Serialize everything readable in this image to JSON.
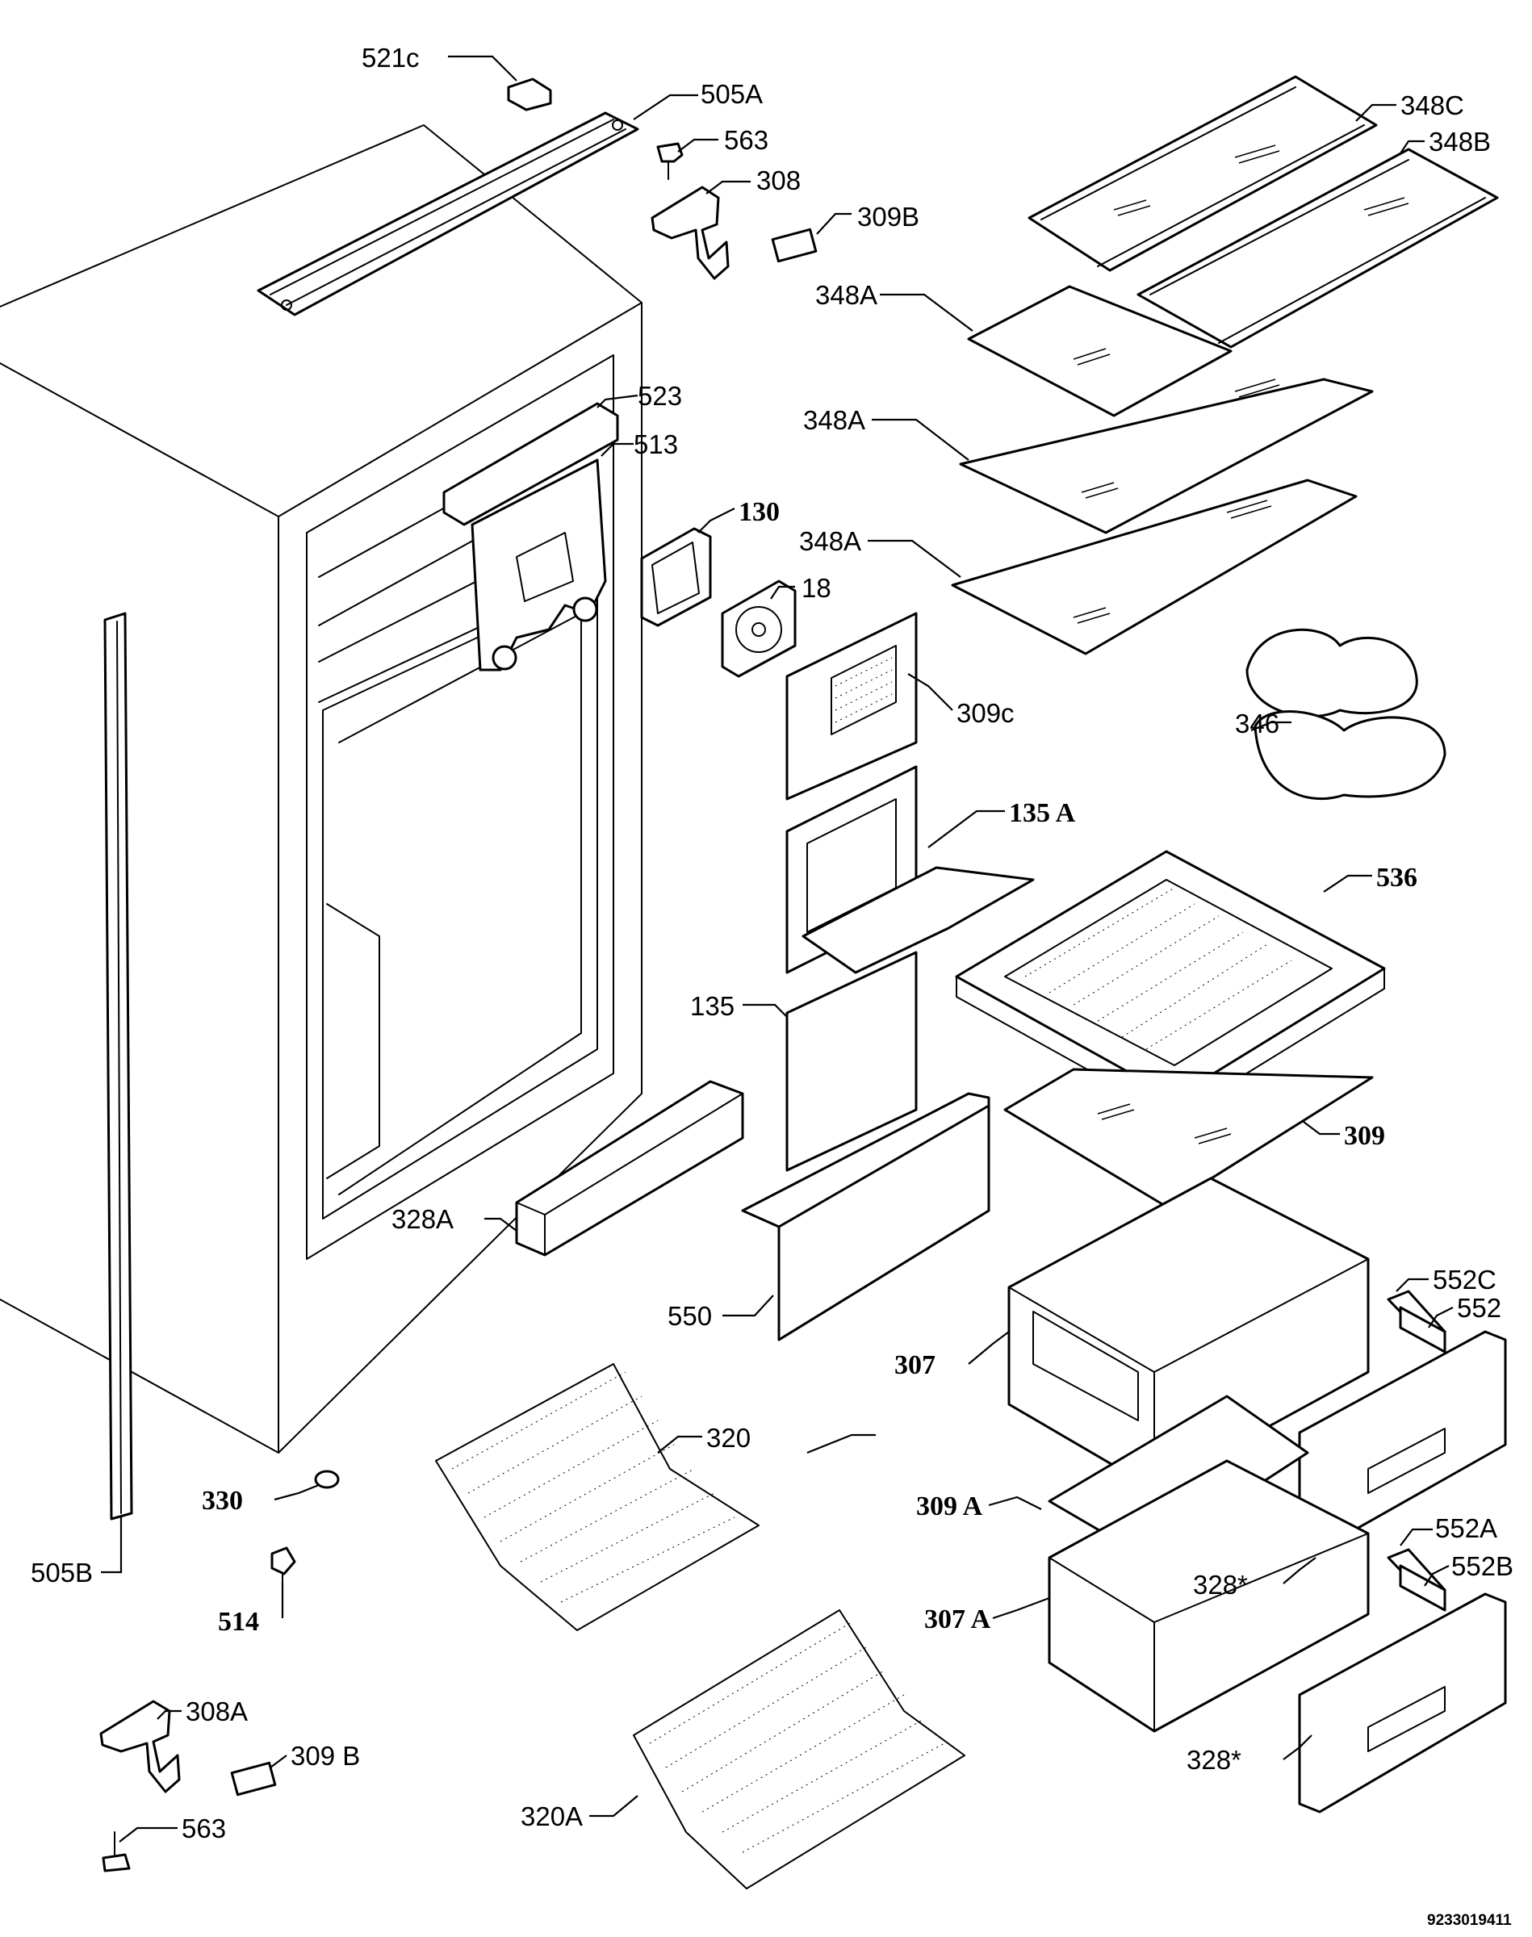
{
  "labels": {
    "l521c": "521c",
    "l505a": "505A",
    "l563top": "563",
    "l308": "308",
    "l309b_top": "309B",
    "l348c": "348C",
    "l348b": "348B",
    "l348a_1": "348A",
    "l348a_2": "348A",
    "l348a_3": "348A",
    "l523": "523",
    "l513": "513",
    "l130": "130",
    "l18": "18",
    "l309c": "309c",
    "l346": "346",
    "l135a": "135 A",
    "l536": "536",
    "l135": "135",
    "l309": "309",
    "l328a": "328A",
    "l550": "550",
    "l552c": "552C",
    "l552": "552",
    "l307": "307",
    "l320": "320",
    "l330": "330",
    "l309a": "309 A",
    "l552a": "552A",
    "l552b": "552B",
    "l505b": "505B",
    "l328star_1": "328*",
    "l514": "514",
    "l307a": "307 A",
    "l308a": "308A",
    "l328star_2": "328*",
    "l309b_bot": "309 B",
    "l320a": "320A",
    "l563bot": "563"
  },
  "document_number": "9233019411"
}
